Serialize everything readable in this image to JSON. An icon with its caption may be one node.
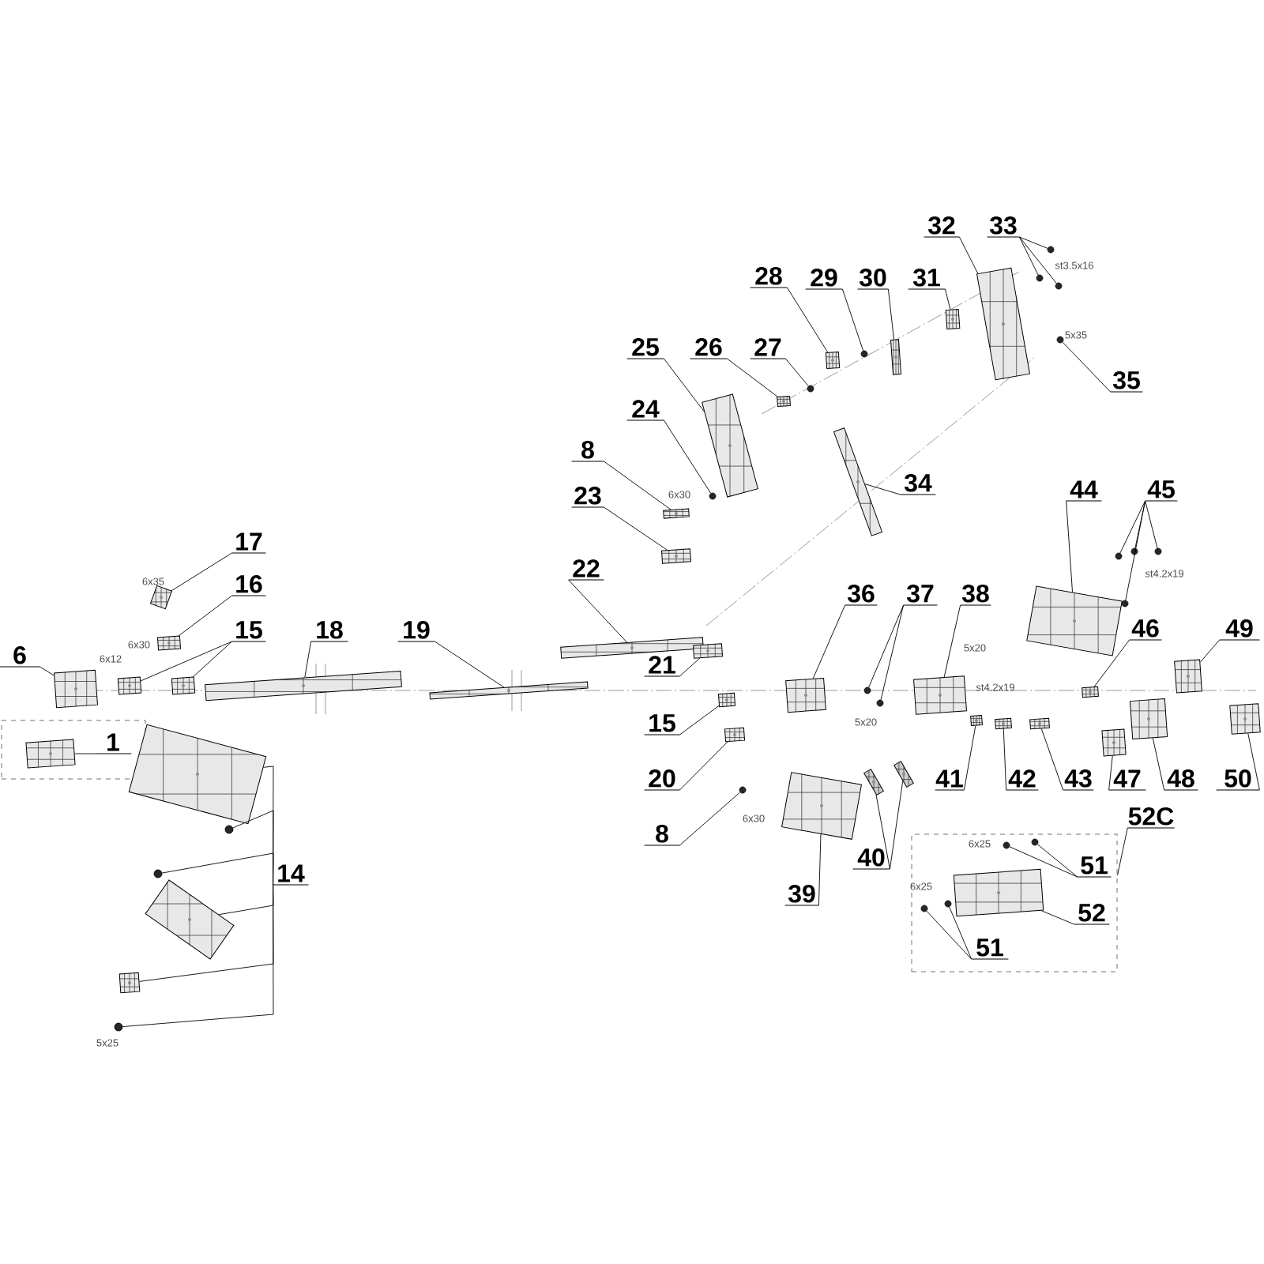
{
  "diagram": {
    "nodes": [
      {
        "text": [],
        "shape": "box"
      },
      {
        "text": [
          "1"
        ],
        "in": 0
      },
      {
        "text": [],
        "shape": "picture",
        "in": 0
      },
      {
        "text": [
          "6"
        ]
      },
      {
        "text": [],
        "shape": "picture"
      },
      {
        "text": [
          "17"
        ]
      },
      {
        "text": [],
        "shape": "picture"
      },
      {
        "text": [
          "16"
        ]
      },
      {
        "text": [],
        "shape": "picture"
      },
      {
        "text": [
          "15"
        ]
      },
      {
        "text": [],
        "shape": "picture"
      },
      {
        "text": [],
        "shape": "picture"
      },
      {
        "text": [
          "18"
        ]
      },
      {
        "text": [],
        "shape": "picture"
      },
      {
        "text": [
          "19"
        ]
      },
      {
        "text": [],
        "shape": "picture"
      },
      {
        "text": [
          "14"
        ]
      },
      {
        "text": [],
        "shape": "picture"
      },
      {
        "text": [],
        "shape": "circle"
      },
      {
        "text": [],
        "shape": "circle"
      },
      {
        "text": [],
        "shape": "picture"
      },
      {
        "text": [],
        "shape": "picture"
      },
      {
        "text": [],
        "shape": "circle"
      },
      {
        "text": [
          "22"
        ]
      },
      {
        "text": [],
        "shape": "picture"
      },
      {
        "text": [
          "8"
        ]
      },
      {
        "text": [],
        "shape": "picture"
      },
      {
        "text": [
          "23"
        ]
      },
      {
        "text": [],
        "shape": "picture"
      },
      {
        "text": [
          "21"
        ]
      },
      {
        "text": [],
        "shape": "picture"
      },
      {
        "text": [
          "24"
        ]
      },
      {
        "text": [],
        "shape": "circle"
      },
      {
        "text": [
          "25"
        ]
      },
      {
        "text": [],
        "shape": "picture"
      },
      {
        "text": [
          "26"
        ]
      },
      {
        "text": [],
        "shape": "picture"
      },
      {
        "text": [
          "27"
        ]
      },
      {
        "text": [],
        "shape": "circle"
      },
      {
        "text": [
          "28"
        ]
      },
      {
        "text": [],
        "shape": "picture"
      },
      {
        "text": [
          "29"
        ]
      },
      {
        "text": [],
        "shape": "circle"
      },
      {
        "text": [
          "30"
        ]
      },
      {
        "text": [],
        "shape": "picture"
      },
      {
        "text": [
          "31"
        ]
      },
      {
        "text": [],
        "shape": "picture"
      },
      {
        "text": [
          "32"
        ]
      },
      {
        "text": [],
        "shape": "picture"
      },
      {
        "text": [
          "33"
        ]
      },
      {
        "text": [],
        "shape": "circle"
      },
      {
        "text": [],
        "shape": "circle"
      },
      {
        "text": [],
        "shape": "circle"
      },
      {
        "text": [
          "35"
        ]
      },
      {
        "text": [],
        "shape": "circle"
      },
      {
        "text": [
          "34"
        ]
      },
      {
        "text": [],
        "shape": "picture"
      },
      {
        "text": [
          "36"
        ]
      },
      {
        "text": [],
        "shape": "picture"
      },
      {
        "text": [
          "37"
        ]
      },
      {
        "text": [],
        "shape": "circle"
      },
      {
        "text": [],
        "shape": "circle"
      },
      {
        "text": [
          "38"
        ]
      },
      {
        "text": [],
        "shape": "picture"
      },
      {
        "text": [
          "44"
        ]
      },
      {
        "text": [],
        "shape": "picture"
      },
      {
        "text": [
          "45"
        ]
      },
      {
        "text": [],
        "shape": "circle"
      },
      {
        "text": [],
        "shape": "circle"
      },
      {
        "text": [],
        "shape": "circle"
      },
      {
        "text": [],
        "shape": "circle"
      },
      {
        "text": [
          "46"
        ]
      },
      {
        "text": [],
        "shape": "picture"
      },
      {
        "text": [
          "49"
        ]
      },
      {
        "text": [],
        "shape": "picture"
      },
      {
        "text": [
          "50"
        ]
      },
      {
        "text": [],
        "shape": "picture"
      },
      {
        "text": [
          "48"
        ]
      },
      {
        "text": [],
        "shape": "picture"
      },
      {
        "text": [
          "47"
        ]
      },
      {
        "text": [],
        "shape": "picture"
      },
      {
        "text": [
          "43"
        ]
      },
      {
        "text": [],
        "shape": "picture"
      },
      {
        "text": [
          "42"
        ]
      },
      {
        "text": [],
        "shape": "picture"
      },
      {
        "text": [
          "41"
        ]
      },
      {
        "text": [],
        "shape": "picture"
      },
      {
        "text": [
          "40"
        ]
      },
      {
        "text": [],
        "shape": "picture"
      },
      {
        "text": [],
        "shape": "picture"
      },
      {
        "text": [
          "39"
        ]
      },
      {
        "text": [],
        "shape": "picture"
      },
      {
        "text": [
          "20"
        ]
      },
      {
        "text": [],
        "shape": "picture"
      },
      {
        "text": [
          "8"
        ]
      },
      {
        "text": [],
        "shape": "circle"
      },
      {
        "text": [
          "15"
        ]
      },
      {
        "text": [],
        "shape": "picture"
      },
      {
        "text": [],
        "shape": "box"
      },
      {
        "text": [
          "52C"
        ]
      },
      {
        "text": [
          "51"
        ],
        "in": 98
      },
      {
        "text": [],
        "shape": "circle",
        "in": 98
      },
      {
        "text": [],
        "shape": "circle",
        "in": 98
      },
      {
        "text": [
          "52"
        ],
        "in": 98
      },
      {
        "text": [],
        "shape": "picture",
        "in": 98
      },
      {
        "text": [
          "51"
        ],
        "in": 98
      },
      {
        "text": [],
        "shape": "circle",
        "in": 98
      },
      {
        "text": [],
        "shape": "circle",
        "in": 98
      }
    ],
    "edges": [
      {
        "from": 1,
        "to": 2,
        "arrow": "none"
      },
      {
        "from": 3,
        "to": 4,
        "arrow": "none"
      },
      {
        "from": 5,
        "to": 6,
        "arrow": "none"
      },
      {
        "from": 7,
        "to": 8,
        "arrow": "none"
      },
      {
        "from": 9,
        "to": 10,
        "arrow": "none"
      },
      {
        "from": 9,
        "to": 11,
        "arrow": "none"
      },
      {
        "from": 12,
        "to": 13,
        "arrow": "none"
      },
      {
        "from": 14,
        "to": 15,
        "arrow": "none"
      },
      {
        "from": 16,
        "to": 17,
        "arrow": "none"
      },
      {
        "from": 16,
        "to": 18,
        "arrow": "none"
      },
      {
        "from": 16,
        "to": 19,
        "arrow": "none"
      },
      {
        "from": 16,
        "to": 20,
        "arrow": "none"
      },
      {
        "from": 16,
        "to": 21,
        "arrow": "none"
      },
      {
        "from": 16,
        "to": 22,
        "arrow": "none"
      },
      {
        "from": 23,
        "to": 24,
        "arrow": "none"
      },
      {
        "from": 25,
        "to": 26,
        "arrow": "none"
      },
      {
        "from": 27,
        "to": 28,
        "arrow": "none"
      },
      {
        "from": 29,
        "to": 30,
        "arrow": "none"
      },
      {
        "from": 31,
        "to": 32,
        "arrow": "none"
      },
      {
        "from": 33,
        "to": 34,
        "arrow": "none"
      },
      {
        "from": 35,
        "to": 36,
        "arrow": "none"
      },
      {
        "from": 37,
        "to": 38,
        "arrow": "none"
      },
      {
        "from": 39,
        "to": 40,
        "arrow": "none"
      },
      {
        "from": 41,
        "to": 42,
        "arrow": "none"
      },
      {
        "from": 43,
        "to": 44,
        "arrow": "none"
      },
      {
        "from": 45,
        "to": 46,
        "arrow": "none"
      },
      {
        "from": 47,
        "to": 48,
        "arrow": "none"
      },
      {
        "from": 49,
        "to": 50,
        "arrow": "none"
      },
      {
        "from": 49,
        "to": 51,
        "arrow": "none"
      },
      {
        "from": 49,
        "to": 52,
        "arrow": "none"
      },
      {
        "from": 53,
        "to": 54,
        "arrow": "none"
      },
      {
        "from": 55,
        "to": 56,
        "arrow": "none"
      },
      {
        "from": 57,
        "to": 58,
        "arrow": "none"
      },
      {
        "from": 59,
        "to": 60,
        "arrow": "none"
      },
      {
        "from": 59,
        "to": 61,
        "arrow": "none"
      },
      {
        "from": 62,
        "to": 63,
        "arrow": "none"
      },
      {
        "from": 64,
        "to": 65,
        "arrow": "none"
      },
      {
        "from": 66,
        "to": 67,
        "arrow": "none"
      },
      {
        "from": 66,
        "to": 68,
        "arrow": "none"
      },
      {
        "from": 66,
        "to": 69,
        "arrow": "none"
      },
      {
        "from": 66,
        "to": 70,
        "arrow": "none"
      },
      {
        "from": 71,
        "to": 72,
        "arrow": "none"
      },
      {
        "from": 73,
        "to": 74,
        "arrow": "none"
      },
      {
        "from": 75,
        "to": 76,
        "arrow": "none"
      },
      {
        "from": 77,
        "to": 78,
        "arrow": "none"
      },
      {
        "from": 79,
        "to": 80,
        "arrow": "none"
      },
      {
        "from": 81,
        "to": 82,
        "arrow": "none"
      },
      {
        "from": 83,
        "to": 84,
        "arrow": "none"
      },
      {
        "from": 85,
        "to": 86,
        "arrow": "none"
      },
      {
        "from": 87,
        "to": 88,
        "arrow": "none"
      },
      {
        "from": 87,
        "to": 89,
        "arrow": "none"
      },
      {
        "from": 90,
        "to": 91,
        "arrow": "none"
      },
      {
        "from": 92,
        "to": 93,
        "arrow": "none"
      },
      {
        "from": 94,
        "to": 95,
        "arrow": "none"
      },
      {
        "from": 96,
        "to": 97,
        "arrow": "none"
      },
      {
        "from": 99,
        "to": 98,
        "arrow": "none"
      },
      {
        "from": 100,
        "to": 101,
        "arrow": "none"
      },
      {
        "from": 100,
        "to": 102,
        "arrow": "none"
      },
      {
        "from": 103,
        "to": 104,
        "arrow": "none"
      },
      {
        "from": 105,
        "to": 106,
        "arrow": "none"
      },
      {
        "from": 105,
        "to": 107,
        "arrow": "none"
      }
    ],
    "labels": [
      "st3.5x16",
      "5x35",
      "6x30",
      "st4.2x19",
      "6x35",
      "6x30",
      "5x20",
      "6x12",
      "st4.2x19",
      "5x20",
      "6x30",
      "6x25",
      "6x25",
      "5x25"
    ]
  }
}
